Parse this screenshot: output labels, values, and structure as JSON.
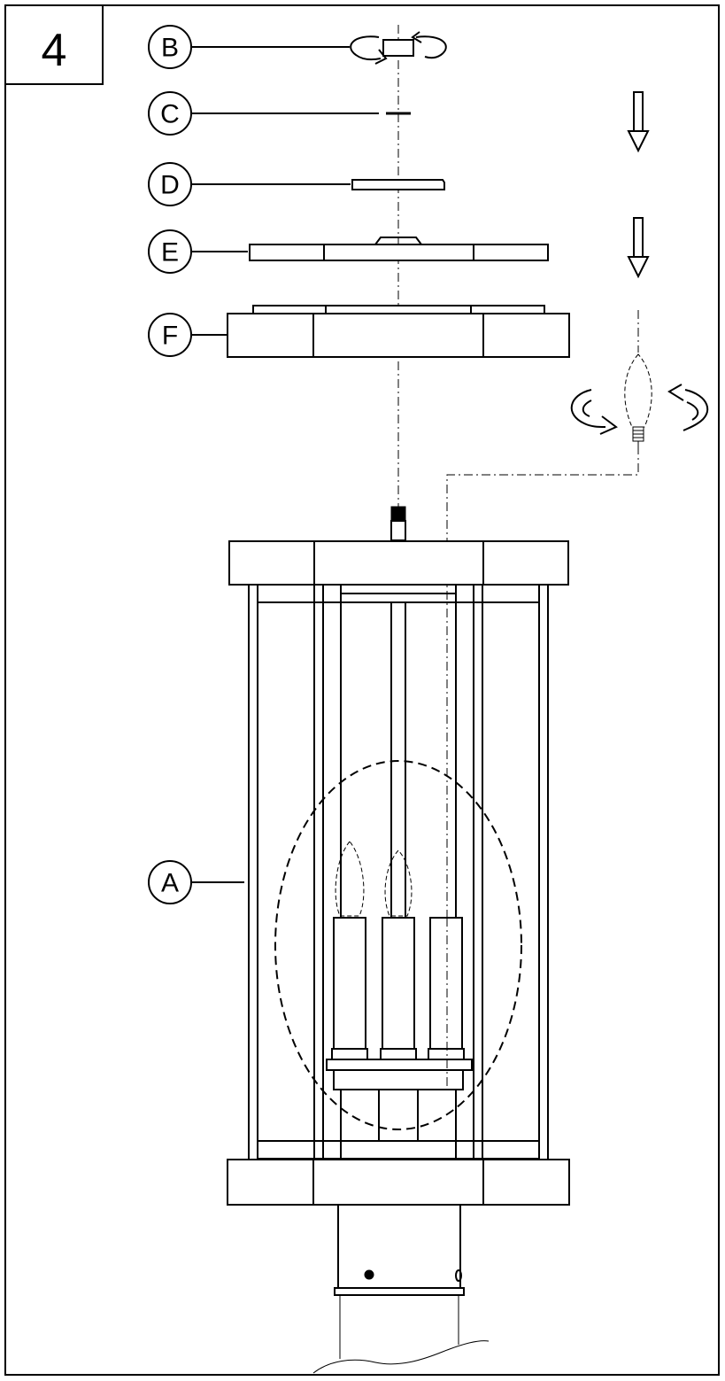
{
  "step": {
    "number": "4"
  },
  "callouts": [
    {
      "id": "B",
      "letter": "B"
    },
    {
      "id": "C",
      "letter": "C"
    },
    {
      "id": "D",
      "letter": "D"
    },
    {
      "id": "E",
      "letter": "E"
    },
    {
      "id": "F",
      "letter": "F"
    },
    {
      "id": "A",
      "letter": "A"
    }
  ]
}
